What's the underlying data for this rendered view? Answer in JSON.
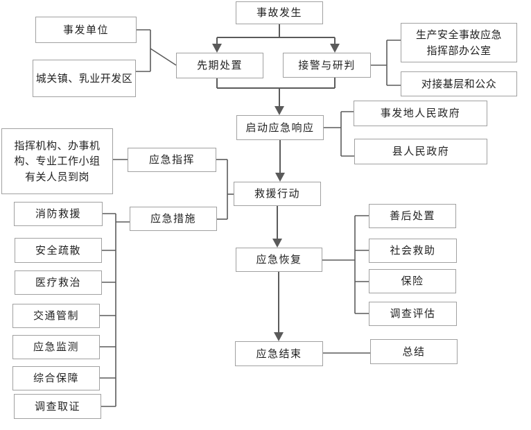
{
  "diagram": {
    "type": "flowchart",
    "colors": {
      "connector": "#5a5a5a",
      "box_border": "#a0a0a0",
      "text": "#1f1f1f",
      "background": "#ffffff"
    },
    "nodes": {
      "accident": {
        "label": "事故发生"
      },
      "incident_unit": {
        "label": "事发单位"
      },
      "chengguan_zone": {
        "label": "城关镇、乳业开发区"
      },
      "initial_disposal": {
        "label": "先期处置"
      },
      "alarm_judgment": {
        "label": "接警与研判"
      },
      "hq_office": {
        "label": "生产安全事故应急\n指挥部办公室"
      },
      "liaison_public": {
        "label": "对接基层和公众"
      },
      "start_response": {
        "label": "启动应急响应"
      },
      "local_gov": {
        "label": "事发地人民政府"
      },
      "county_gov": {
        "label": "县人民政府"
      },
      "command_staff": {
        "label": "指挥机构、办事机\n构、专业工作小组\n有关人员到岗"
      },
      "emergency_command": {
        "label": "应急指挥"
      },
      "emergency_measures": {
        "label": "应急措施"
      },
      "rescue_action": {
        "label": "救援行动"
      },
      "fire_rescue": {
        "label": "消防救援"
      },
      "evacuation": {
        "label": "安全疏散"
      },
      "medical_treatment": {
        "label": "医疗救治"
      },
      "traffic_control": {
        "label": "交通管制"
      },
      "emergency_monitoring": {
        "label": "应急监测"
      },
      "comprehensive_support": {
        "label": "综合保障"
      },
      "evidence_collection": {
        "label": "调查取证"
      },
      "emergency_recovery": {
        "label": "应急恢复"
      },
      "aftermath_disposal": {
        "label": "善后处置"
      },
      "social_aid": {
        "label": "社会救助"
      },
      "insurance": {
        "label": "保险"
      },
      "investigation_evaluation": {
        "label": "调查评估"
      },
      "emergency_end": {
        "label": "应急结束"
      },
      "summary": {
        "label": "总结"
      }
    },
    "edges": [
      {
        "from": "accident",
        "to": "initial_disposal",
        "style": "arrow"
      },
      {
        "from": "accident",
        "to": "alarm_judgment",
        "style": "arrow"
      },
      {
        "from": "incident_unit",
        "to": "initial_disposal",
        "style": "line"
      },
      {
        "from": "chengguan_zone",
        "to": "initial_disposal",
        "style": "line"
      },
      {
        "from": "alarm_judgment",
        "to": "hq_office",
        "style": "line"
      },
      {
        "from": "alarm_judgment",
        "to": "liaison_public",
        "style": "line"
      },
      {
        "from": "initial_disposal",
        "to": "start_response",
        "style": "arrow"
      },
      {
        "from": "alarm_judgment",
        "to": "start_response",
        "style": "arrow"
      },
      {
        "from": "start_response",
        "to": "local_gov",
        "style": "line"
      },
      {
        "from": "start_response",
        "to": "county_gov",
        "style": "line"
      },
      {
        "from": "start_response",
        "to": "rescue_action",
        "style": "arrow"
      },
      {
        "from": "command_staff",
        "to": "emergency_command",
        "style": "line"
      },
      {
        "from": "emergency_command",
        "to": "rescue_action",
        "style": "line"
      },
      {
        "from": "emergency_measures",
        "to": "rescue_action",
        "style": "line"
      },
      {
        "from": "fire_rescue",
        "to": "emergency_measures",
        "style": "line"
      },
      {
        "from": "evacuation",
        "to": "emergency_measures",
        "style": "line"
      },
      {
        "from": "medical_treatment",
        "to": "emergency_measures",
        "style": "line"
      },
      {
        "from": "traffic_control",
        "to": "emergency_measures",
        "style": "line"
      },
      {
        "from": "emergency_monitoring",
        "to": "emergency_measures",
        "style": "line"
      },
      {
        "from": "comprehensive_support",
        "to": "emergency_measures",
        "style": "line"
      },
      {
        "from": "evidence_collection",
        "to": "emergency_measures",
        "style": "line"
      },
      {
        "from": "rescue_action",
        "to": "emergency_recovery",
        "style": "arrow"
      },
      {
        "from": "emergency_recovery",
        "to": "aftermath_disposal",
        "style": "line"
      },
      {
        "from": "emergency_recovery",
        "to": "social_aid",
        "style": "line"
      },
      {
        "from": "emergency_recovery",
        "to": "insurance",
        "style": "line"
      },
      {
        "from": "emergency_recovery",
        "to": "investigation_evaluation",
        "style": "line"
      },
      {
        "from": "emergency_recovery",
        "to": "emergency_end",
        "style": "arrow"
      },
      {
        "from": "emergency_end",
        "to": "summary",
        "style": "line"
      }
    ]
  }
}
